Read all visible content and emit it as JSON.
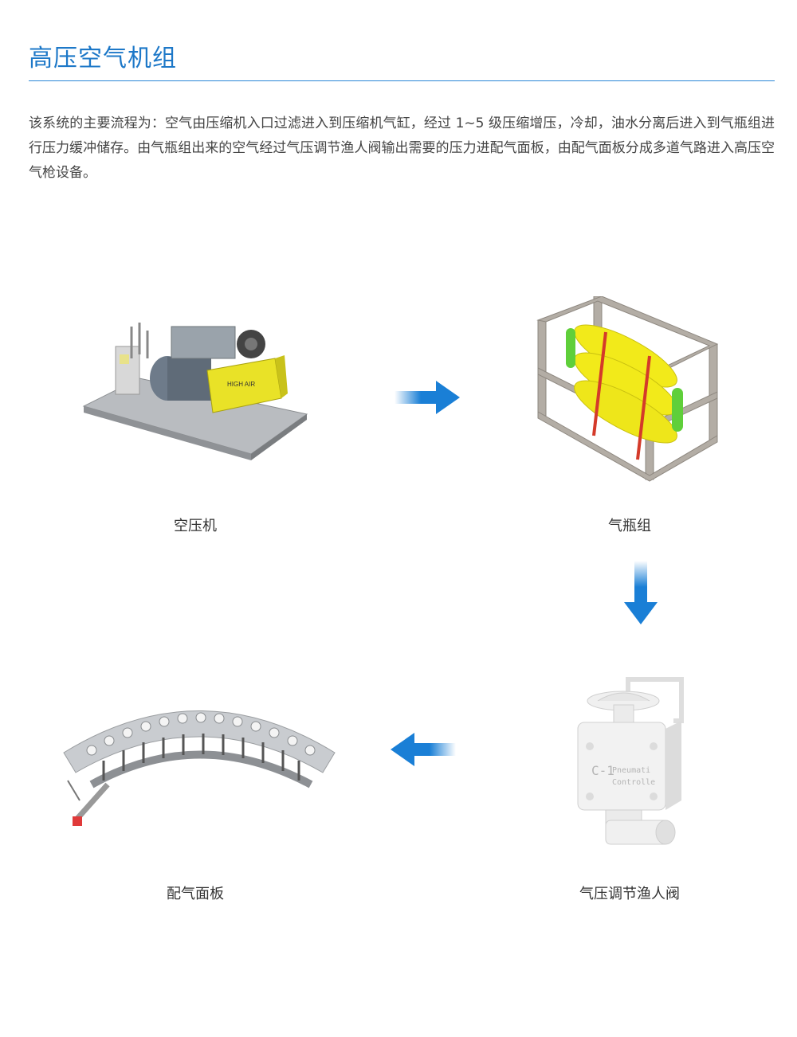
{
  "page": {
    "title": "高压空气机组",
    "description": "该系统的主要流程为：空气由压缩机入口过滤进入到压缩机气缸，经过 1~5 级压缩增压，冷却，油水分离后进入到气瓶组进行压力缓冲储存。由气瓶组出来的空气经过气压调节渔人阀输出需要的压力进配气面板，由配气面板分成多道气路进入高压空气枪设备。"
  },
  "flow": {
    "compressor": {
      "caption": "空压机",
      "brand_text": "HIGH AIR"
    },
    "bottle_group": {
      "caption": "气瓶组"
    },
    "regulator_valve": {
      "caption": "气压调节渔人阀",
      "body_text_1": "C-1",
      "body_text_2": "Pneumati",
      "body_text_3": "Controlle"
    },
    "distribution_panel": {
      "caption": "配气面板"
    }
  },
  "colors": {
    "accent": "#1d78c8",
    "arrow": "#1a7fd6",
    "yellow": "#f2ea1a",
    "frame": "#a8a29a"
  }
}
